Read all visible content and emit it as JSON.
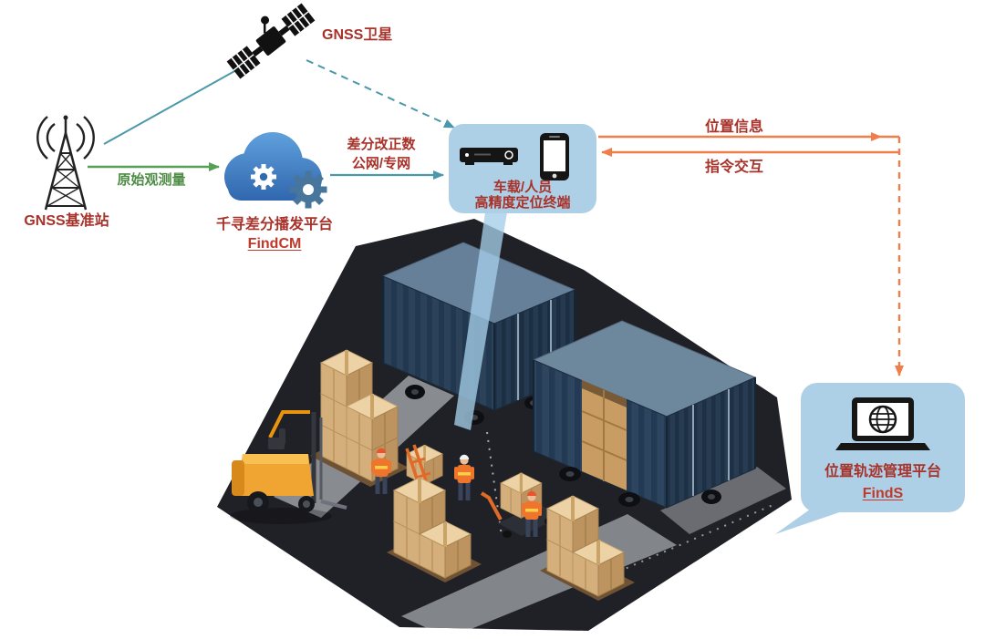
{
  "nodes": {
    "satellite": {
      "label": "GNSS卫星"
    },
    "base_station": {
      "label": "GNSS基准站"
    },
    "cloud": {
      "title": "千寻差分播发平台",
      "subtitle": "FindCM"
    },
    "terminal": {
      "line1": "车载/人员",
      "line2": "高精度定位终端"
    },
    "management": {
      "title": "位置轨迹管理平台",
      "subtitle": "FindS"
    }
  },
  "edges": {
    "raw_observation": "原始观测量",
    "correction_line1": "差分改正数",
    "correction_line2": "公网/专网",
    "position_info": "位置信息",
    "command_interaction": "指令交互"
  },
  "icons": {
    "satellite": "satellite-icon",
    "base_station": "radio-tower-icon",
    "cloud": "cloud-gear-icon",
    "terminal": "receiver-and-phone-icon",
    "management": "laptop-globe-icon"
  },
  "colors": {
    "label_red": "#a8322a",
    "link_red": "#c0392b",
    "green": "#55a055",
    "teal": "#4a98a8",
    "orange": "#ef7f4a",
    "bubble_blue": "#aed0e6",
    "cloud_blue": "#2f6ab0"
  }
}
